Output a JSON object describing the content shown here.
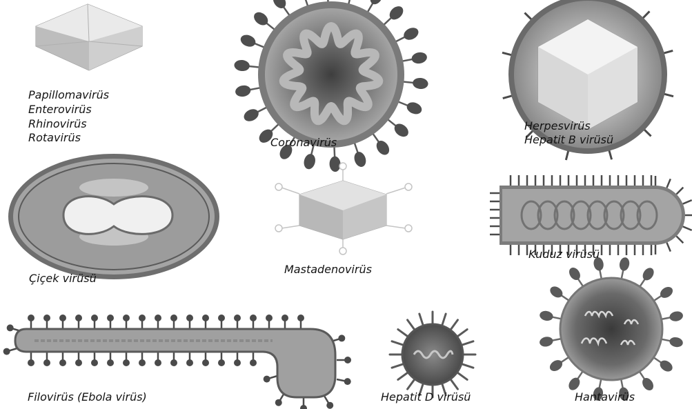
{
  "virus_labels": {
    "papillomavirus_group": [
      "Papillomavirüs",
      "Enterovirüs",
      "Rhinovirüs",
      "Rotavirüs"
    ],
    "coronavirus": "Coronavirüs",
    "herpes_group": [
      "Herpesvirüs",
      "Hepatit B virüsü"
    ],
    "cicek": "Çiçek virüsü",
    "mastadeno": "Mastadenovirüs",
    "kuduz": "Kuduz virüsü",
    "filovirus": "Filovirüs (Ebola virüs)",
    "hepatit_d": "Hepatit D virüsü",
    "hanta": "Hantavirüs"
  },
  "colors": {
    "dark": "#3a3a3a",
    "mid": "#8a8a8a",
    "light": "#c8c8c8",
    "pale": "#e4e4e4"
  }
}
